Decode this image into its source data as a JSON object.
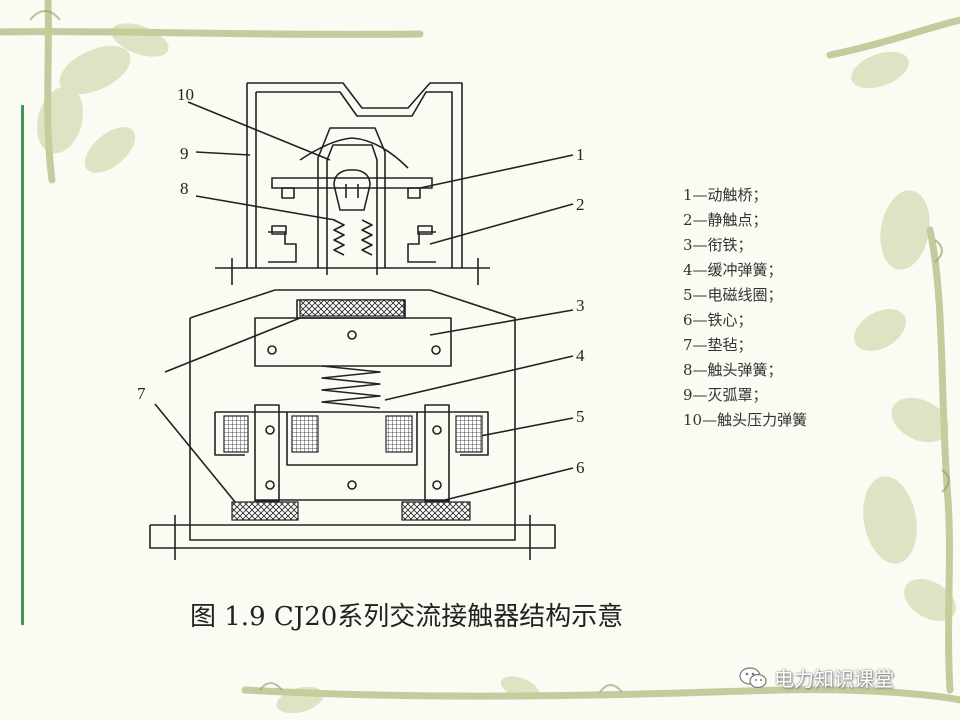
{
  "callouts": {
    "n1": "1",
    "n2": "2",
    "n3": "3",
    "n4": "4",
    "n5": "5",
    "n6": "6",
    "n7": "7",
    "n8": "8",
    "n9": "9",
    "n10": "10"
  },
  "legend": [
    "1—动触桥；",
    "2—静触点；",
    "3—衔铁；",
    "4—缓冲弹簧；",
    "5—电磁线圈；",
    "6—铁心；",
    "7—垫毡；",
    "8—触头弹簧；",
    "9—灭弧罩；",
    "10—触头压力弹簧"
  ],
  "caption": "图 1.9 CJ20系列交流接触器结构示意",
  "watermark": {
    "text": "电力知识课堂",
    "icon": "wechat-icon"
  },
  "colors": {
    "background": "#fbfbf3",
    "vine": "#b9c38e",
    "vine_dark": "#8e9a5f",
    "accent_bar": "#3f9a5a",
    "line": "#222222"
  }
}
